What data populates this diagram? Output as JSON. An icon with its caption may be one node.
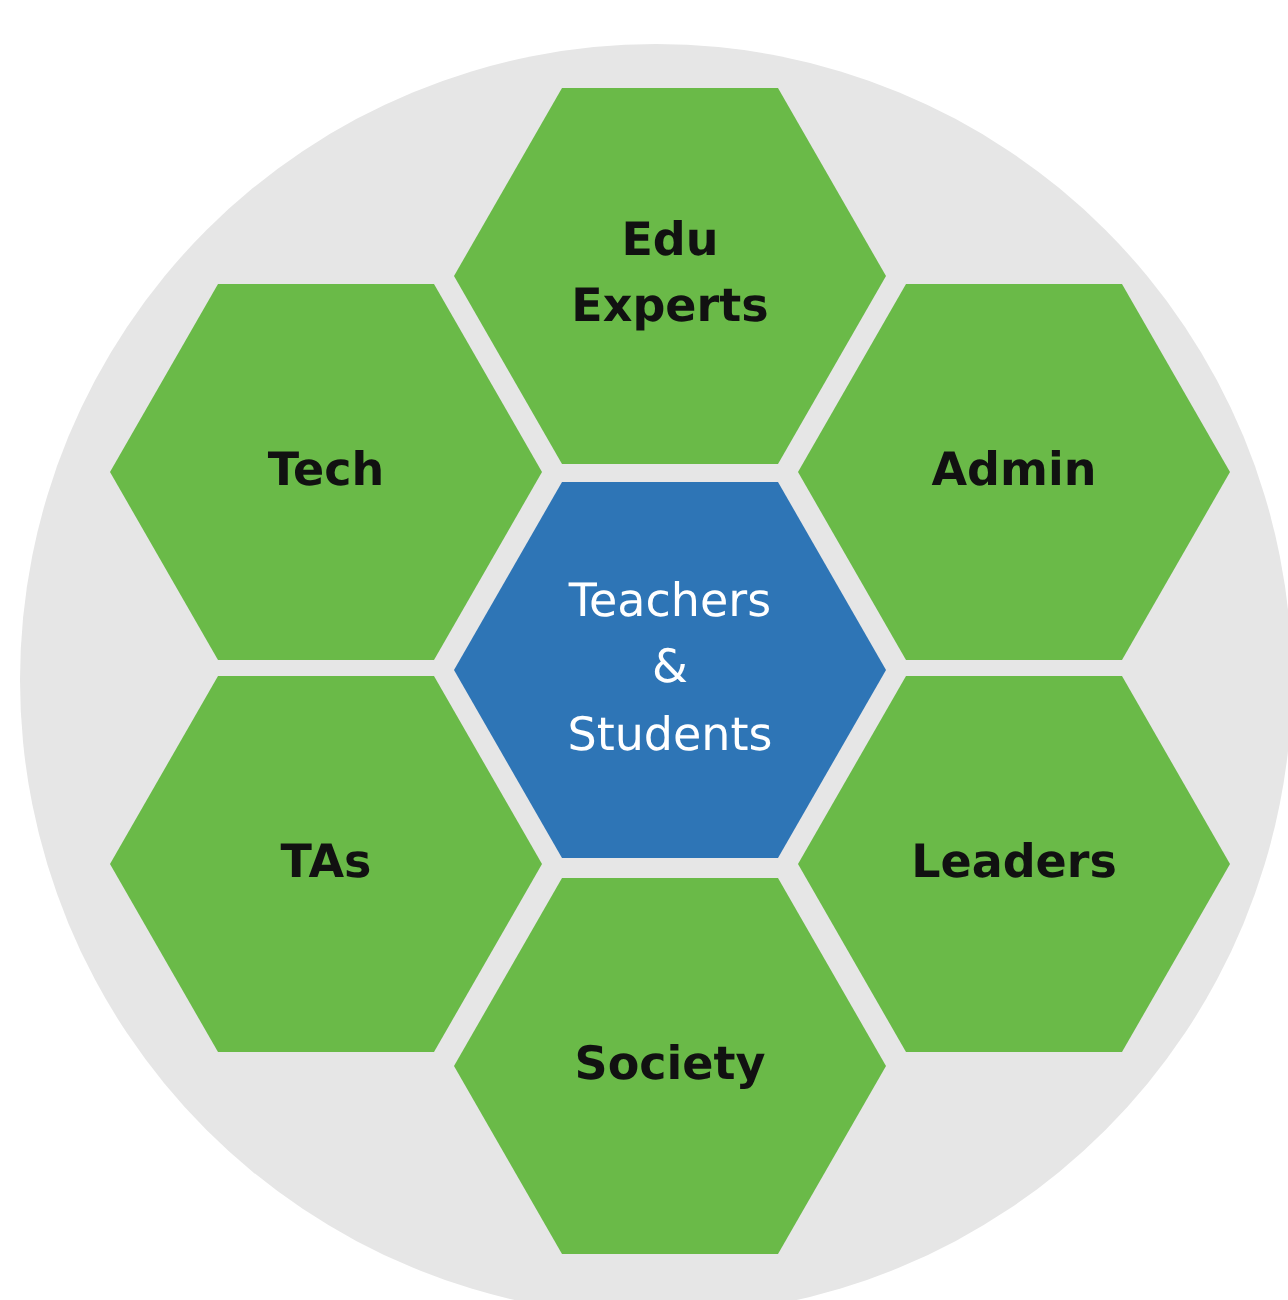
{
  "diagram": {
    "nodes": [
      {
        "text": [],
        "shape": "circle"
      },
      {
        "text": [
          "Edu Experts"
        ],
        "in": 0
      },
      {
        "text": [
          "Tech"
        ],
        "in": 0
      },
      {
        "text": [
          "Admin"
        ],
        "in": 0
      },
      {
        "text": [
          "Teachers & Students"
        ],
        "in": 0
      },
      {
        "text": [
          "TAs"
        ],
        "in": 0
      },
      {
        "text": [
          "Leaders"
        ],
        "in": 0
      },
      {
        "text": [
          "Society"
        ],
        "in": 0
      }
    ]
  }
}
